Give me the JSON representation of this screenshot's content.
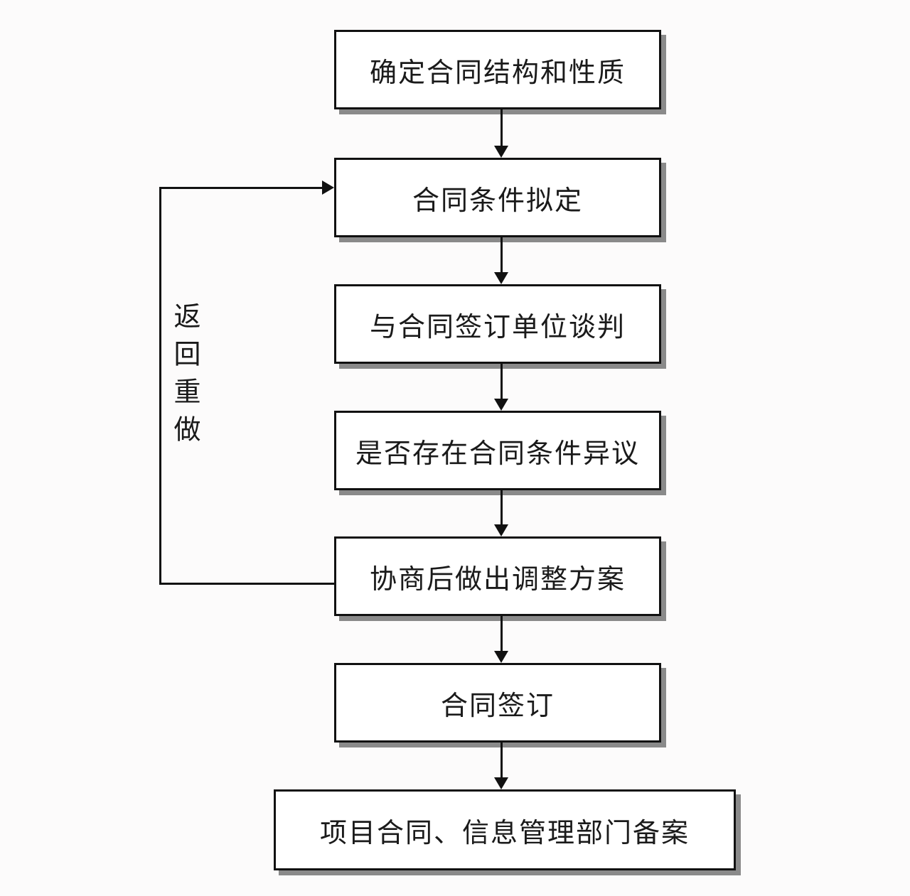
{
  "diagram": {
    "type": "flowchart",
    "language": "zh-CN",
    "nodes": [
      {
        "id": "step-1",
        "label": "确定合同结构和性质"
      },
      {
        "id": "step-2",
        "label": "合同条件拟定"
      },
      {
        "id": "step-3",
        "label": "与合同签订单位谈判"
      },
      {
        "id": "step-4",
        "label": "是否存在合同条件异议"
      },
      {
        "id": "step-5",
        "label": "协商后做出调整方案"
      },
      {
        "id": "step-6",
        "label": "合同签订"
      },
      {
        "id": "step-7",
        "label": "项目合同、信息管理部门备案"
      }
    ],
    "edges": [
      {
        "from": "step-1",
        "to": "step-2",
        "style": "arrow-down"
      },
      {
        "from": "step-2",
        "to": "step-3",
        "style": "arrow-down"
      },
      {
        "from": "step-3",
        "to": "step-4",
        "style": "arrow-down"
      },
      {
        "from": "step-4",
        "to": "step-5",
        "style": "arrow-down"
      },
      {
        "from": "step-5",
        "to": "step-6",
        "style": "arrow-down"
      },
      {
        "from": "step-6",
        "to": "step-7",
        "style": "arrow-down"
      },
      {
        "from": "step-5",
        "to": "step-2",
        "style": "loop-back-left",
        "label": "返回重做"
      }
    ],
    "loop_label": "返回重做",
    "colors": {
      "background": "#fcfbfb",
      "box_fill": "#ffffff",
      "box_border": "#111111",
      "box_shadow": "#8a8a8a",
      "line": "#111111",
      "text": "#1a1a1a"
    }
  }
}
